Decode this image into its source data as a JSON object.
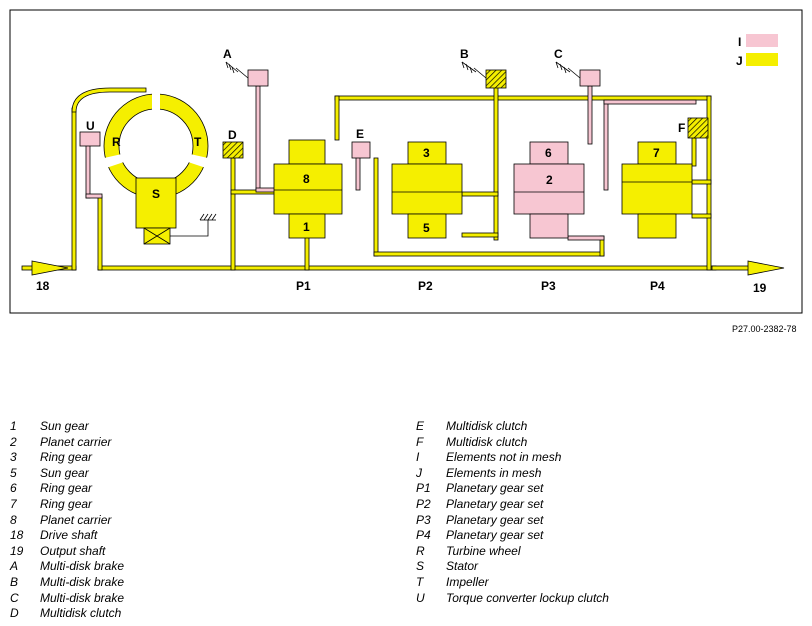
{
  "colors": {
    "not_in_mesh": "#f7c6d2",
    "in_mesh": "#f5ef00",
    "outline": "#000000"
  },
  "figure": {
    "ref": "P27.00-2382-78",
    "labels": {
      "A": "A",
      "B": "B",
      "C": "C",
      "D": "D",
      "E": "E",
      "F": "F",
      "I": "I",
      "J": "J",
      "U": "U",
      "R": "R",
      "T": "T",
      "S": "S",
      "n1": "1",
      "n2": "2",
      "n3": "3",
      "n5": "5",
      "n6": "6",
      "n7": "7",
      "n8": "8",
      "n18": "18",
      "n19": "19",
      "P1": "P1",
      "P2": "P2",
      "P3": "P3",
      "P4": "P4"
    }
  },
  "legend": {
    "left": [
      {
        "key": "1",
        "text": "Sun gear"
      },
      {
        "key": "2",
        "text": "Planet carrier"
      },
      {
        "key": "3",
        "text": "Ring gear"
      },
      {
        "key": "5",
        "text": "Sun gear"
      },
      {
        "key": "6",
        "text": "Ring gear"
      },
      {
        "key": "7",
        "text": "Ring gear"
      },
      {
        "key": "8",
        "text": "Planet carrier"
      },
      {
        "key": "18",
        "text": "Drive shaft"
      },
      {
        "key": "19",
        "text": "Output shaft"
      },
      {
        "key": "A",
        "text": "Multi-disk brake"
      },
      {
        "key": "B",
        "text": "Multi-disk brake"
      },
      {
        "key": "C",
        "text": "Multi-disk brake"
      },
      {
        "key": "D",
        "text": "Multidisk clutch"
      }
    ],
    "right": [
      {
        "key": "E",
        "text": "Multidisk clutch"
      },
      {
        "key": "F",
        "text": "Multidisk clutch"
      },
      {
        "key": "I",
        "text": "Elements not in mesh"
      },
      {
        "key": "J",
        "text": "Elements in mesh"
      },
      {
        "key": "P1",
        "text": "Planetary gear set"
      },
      {
        "key": "P2",
        "text": "Planetary gear set"
      },
      {
        "key": "P3",
        "text": "Planetary gear set"
      },
      {
        "key": "P4",
        "text": "Planetary gear set"
      },
      {
        "key": "R",
        "text": "Turbine wheel"
      },
      {
        "key": "S",
        "text": "Stator"
      },
      {
        "key": "T",
        "text": "Impeller"
      },
      {
        "key": "U",
        "text": "Torque converter lockup clutch"
      }
    ]
  }
}
